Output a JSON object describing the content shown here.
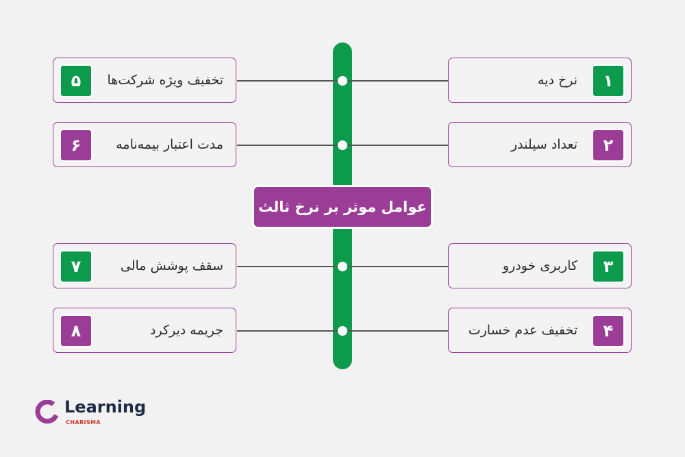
{
  "title": "عوامل موثر بر نرخ ثالث",
  "colors": {
    "green": "#0c9a4c",
    "purple": "#9b3d97",
    "background": "#f2f2f2"
  },
  "factors": [
    {
      "number": "۱",
      "label": "نرخ دیه",
      "side": "right",
      "color": "green"
    },
    {
      "number": "۲",
      "label": "تعداد سیلندر",
      "side": "right",
      "color": "purple"
    },
    {
      "number": "۳",
      "label": "کاربری خودرو",
      "side": "right",
      "color": "green"
    },
    {
      "number": "۴",
      "label": "تخفیف عدم خسارت",
      "side": "right",
      "color": "purple"
    },
    {
      "number": "۵",
      "label": "تخفیف ویژه شرکت‌ها",
      "side": "left",
      "color": "green"
    },
    {
      "number": "۶",
      "label": "مدت اعتبار بیمه‌نامه",
      "side": "left",
      "color": "purple"
    },
    {
      "number": "۷",
      "label": "سقف پوشش مالی",
      "side": "left",
      "color": "green"
    },
    {
      "number": "۸",
      "label": "جریمه دیرکرد",
      "side": "left",
      "color": "purple"
    }
  ],
  "logo": {
    "name": "Learning",
    "sub": "CHARISMA"
  }
}
